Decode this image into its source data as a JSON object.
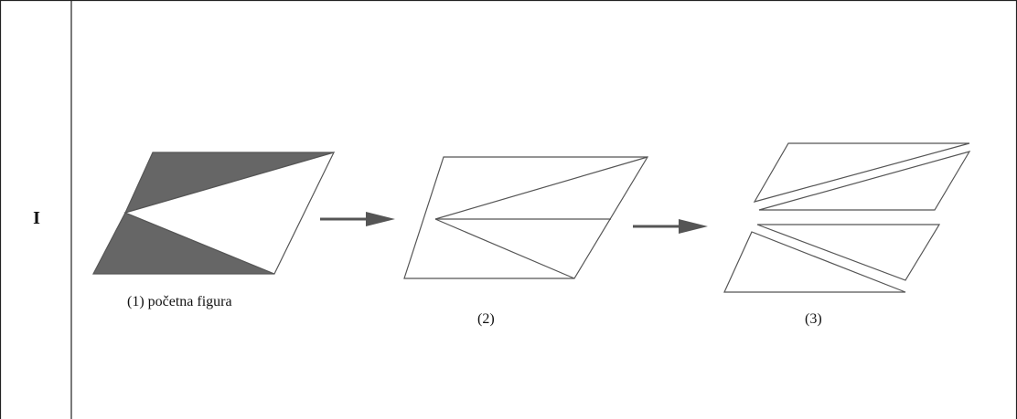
{
  "row_label": "I",
  "captions": {
    "fig1": "(1) početna figura",
    "fig2": "(2)",
    "fig3": "(3)"
  },
  "colors": {
    "stroke": "#555555",
    "fill": "#666666",
    "border": "#222222",
    "arrow": "#555555"
  }
}
